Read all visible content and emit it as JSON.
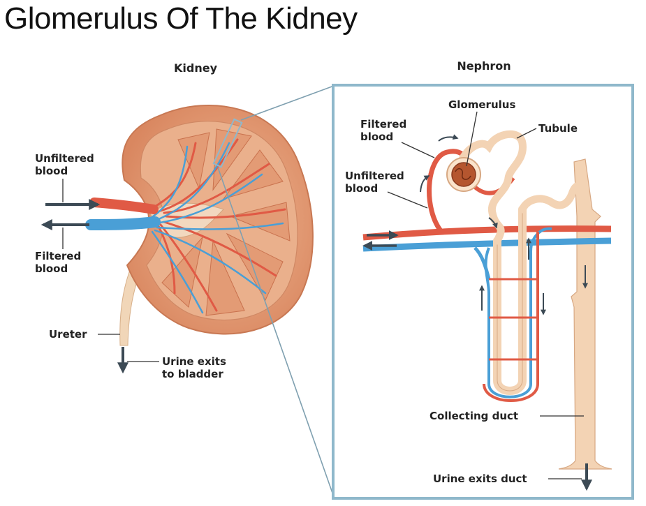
{
  "title": "Glomerulus Of The Kidney",
  "kidney": {
    "heading": "Kidney",
    "unfiltered_blood": [
      "Unfiltered",
      "blood"
    ],
    "filtered_blood": [
      "Filtered",
      "blood"
    ],
    "ureter": "Ureter",
    "urine_exits": [
      "Urine exits",
      "to bladder"
    ]
  },
  "nephron": {
    "heading": "Nephron",
    "glomerulus": "Glomerulus",
    "tubule": "Tubule",
    "filtered_blood": [
      "Filtered",
      "blood"
    ],
    "unfiltered_blood": [
      "Unfiltered",
      "blood"
    ],
    "collecting_duct": "Collecting duct",
    "urine_exits_duct": "Urine exits duct"
  },
  "colors": {
    "artery": "#e05a45",
    "vein": "#4a9fd6",
    "kidney_tissue": "#e6a27a",
    "tubule": "#f3d3b4",
    "frame": "#8fb8cb",
    "arrow": "#3c4a55"
  }
}
